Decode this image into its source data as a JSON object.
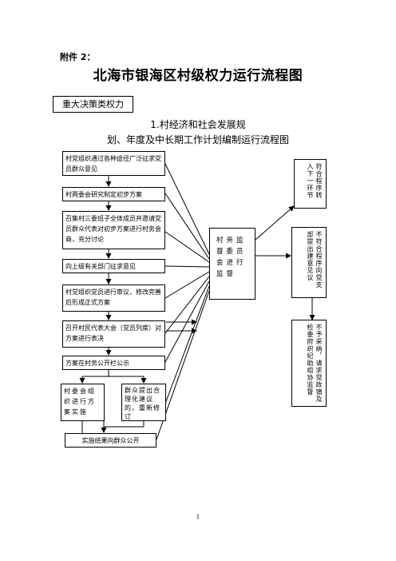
{
  "header": {
    "attachment": "附件 2：",
    "title": "北海市银海区村级权力运行流程图",
    "section": "重大决策类权力",
    "subtitle_line1": "1.村经济和社会发展规",
    "subtitle_line2": "划、年度及中长期工作计划编制运行流程图"
  },
  "steps": [
    "村党组织通过各种途径广泛征求党员群众意见",
    "村两委会研究制定初步方案",
    "召集村三委班子全体成员并邀请党员群众代表对初步方案进行村务会商，充分讨论",
    "向上级有关部门征求意见",
    "村党组织党员进行审议，修改完善后形成正式方案",
    "召开村民代表大会（党员列席）对方案进行表决",
    "方案在村务公开栏公示"
  ],
  "branch": {
    "left": "村委会组织进行方案实施",
    "right": "群众提出合理化建议的，重新修订",
    "final": "实施结果向群众公开"
  },
  "supervision": "村务监督委员会进行监督",
  "outcomes": [
    "符合程序转入下一环节",
    "不符合程序向党支部提出建意见议",
    "不予采纳，请求党政镇及检委府织纪助组协监督"
  ],
  "page_number": "1"
}
